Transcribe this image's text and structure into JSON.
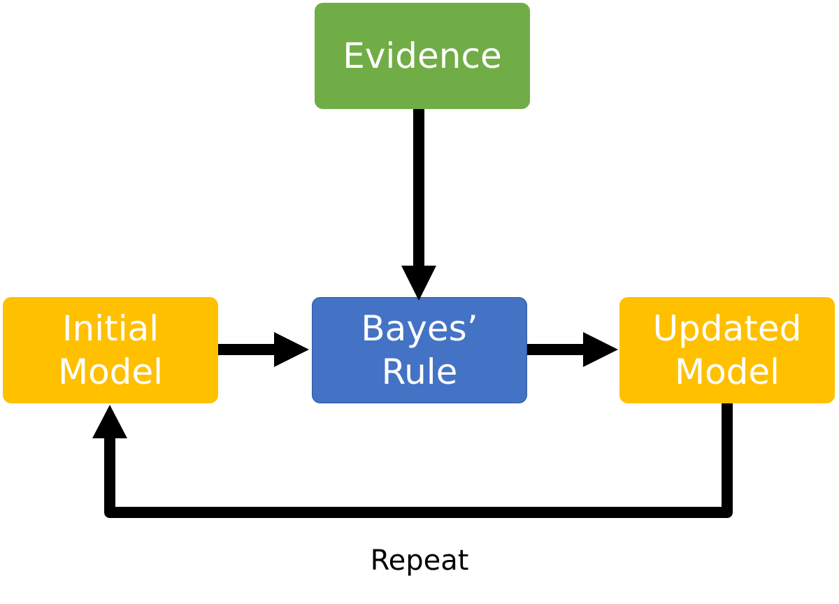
{
  "colors": {
    "evidence": "#70ad47",
    "model": "#ffc000",
    "bayes": "#4472c4",
    "arrow": "#000000",
    "node_text": "#ffffff"
  },
  "nodes": {
    "evidence": {
      "lines": [
        "Evidence"
      ]
    },
    "initial_model": {
      "lines": [
        "Initial",
        "Model"
      ]
    },
    "bayes_rule": {
      "lines": [
        "Bayes’",
        "Rule"
      ]
    },
    "updated_model": {
      "lines": [
        "Updated",
        "Model"
      ]
    }
  },
  "edges": [
    {
      "from": "evidence",
      "to": "bayes_rule"
    },
    {
      "from": "initial_model",
      "to": "bayes_rule"
    },
    {
      "from": "bayes_rule",
      "to": "updated_model"
    },
    {
      "from": "updated_model",
      "to": "initial_model",
      "label": "Repeat"
    }
  ],
  "repeat_label": "Repeat"
}
